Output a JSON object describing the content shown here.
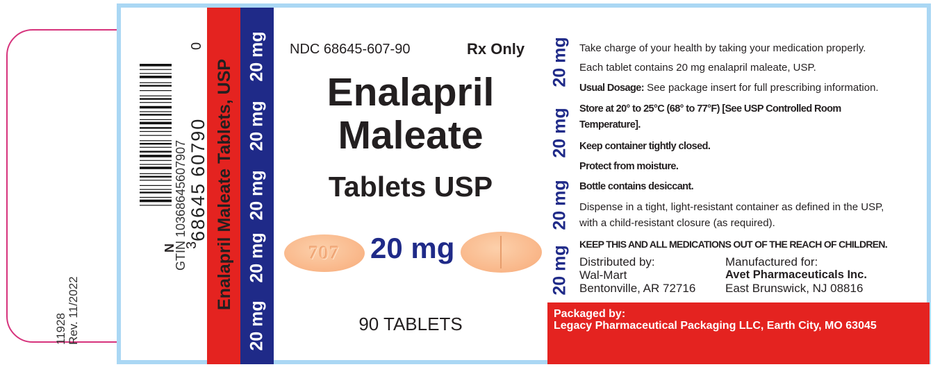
{
  "left_strip": {
    "lot_code": "11928",
    "revision": "Rev. 11/2022",
    "gtin": "GTIN 10368645607907",
    "barcode_left_digit": "3",
    "barcode_group_1": "68645",
    "barcode_group_2": "60790",
    "barcode_check_digit": "0",
    "barcode_marker": "N"
  },
  "red_band": {
    "product_name": "Enalapril Maleate Tablets, USP"
  },
  "blue_band": {
    "strength_labels": [
      "20 mg",
      "20 mg",
      "20 mg",
      "20 mg",
      "20 mg"
    ]
  },
  "center": {
    "ndc": "NDC  68645-607-90",
    "rx": "Rx Only",
    "title_line1": "Enalapril",
    "title_line2": "Maleate",
    "title_line3": "Tablets USP",
    "strength": "20 mg",
    "pill_imprint": "707",
    "count": "90 TABLETS"
  },
  "right_panel": {
    "strength_labels": [
      "20 mg",
      "20 mg",
      "20 mg",
      "20 mg"
    ],
    "line_take_charge": "Take charge of your health by taking your medication properly.",
    "line_each_tablet": "Each tablet contains 20 mg enalapril maleate, USP.",
    "usual_dosage_label": "Usual Dosage:",
    "usual_dosage_text": " See package insert for full prescribing information.",
    "store_line1": "Store at 20° to 25°C (68° to 77°F) [See USP Controlled Room",
    "store_line2": "Temperature].",
    "keep_closed": "Keep container tightly closed.",
    "protect": "Protect from moisture.",
    "desiccant": "Bottle contains desiccant.",
    "dispense_line1": "Dispense in a tight, light-resistant container as defined in the USP,",
    "dispense_line2": "with a child-resistant closure (as required).",
    "warning": "KEEP THIS AND ALL MEDICATIONS OUT OF THE REACH OF CHILDREN.",
    "distributor_label": "Distributed by:",
    "distributor_name": "Wal-Mart",
    "distributor_city": "Bentonville, AR  72716",
    "manufacturer_label": "Manufactured for:",
    "manufacturer_name": "Avet Pharmaceuticals Inc.",
    "manufacturer_city": "East Brunswick, NJ 08816"
  },
  "packager": {
    "label": "Packaged by:",
    "text": "Legacy Pharmaceutical  Packaging LLC,  Earth City, MO 63045"
  },
  "colors": {
    "red": "#e42320",
    "blue": "#1f2a88",
    "border_blue": "#aad7f4",
    "outline_pink": "#d6337c",
    "pill": "#f9b688"
  }
}
